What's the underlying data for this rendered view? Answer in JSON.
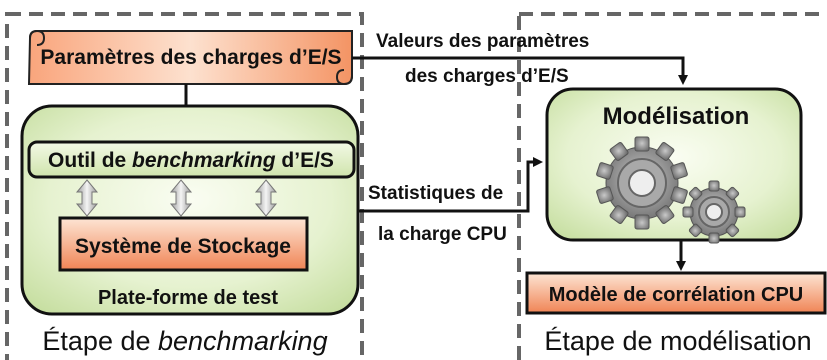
{
  "stages": {
    "benchmarking": {
      "title_prefix": "Étape de ",
      "title_italic": "benchmarking"
    },
    "modeling": {
      "title": "Étape de modélisation"
    }
  },
  "boxes": {
    "params": "Paramètres des charges d’E/S",
    "tool_prefix": "Outil de ",
    "tool_italic": "benchmarking",
    "tool_suffix": " d’E/S",
    "storage": "Système de Stockage",
    "platform": "Plate-forme de test",
    "modeling": "Modélisation",
    "model": "Modèle de corrélation CPU"
  },
  "edges": {
    "params_values_line1": "Valeurs des paramètres",
    "params_values_line2": "des charges d’E/S",
    "cpu_stats_line1": "Statistiques de",
    "cpu_stats_line2": "la charge CPU"
  },
  "icons": [
    "gears-icon"
  ],
  "colors": {
    "orange_light": "#fde5d4",
    "orange_dark": "#f08455",
    "green_light": "#fafdf2",
    "green_dark": "#c6dea0",
    "dashed_border": "#666666",
    "gear_fill": "#8d8d8d"
  }
}
